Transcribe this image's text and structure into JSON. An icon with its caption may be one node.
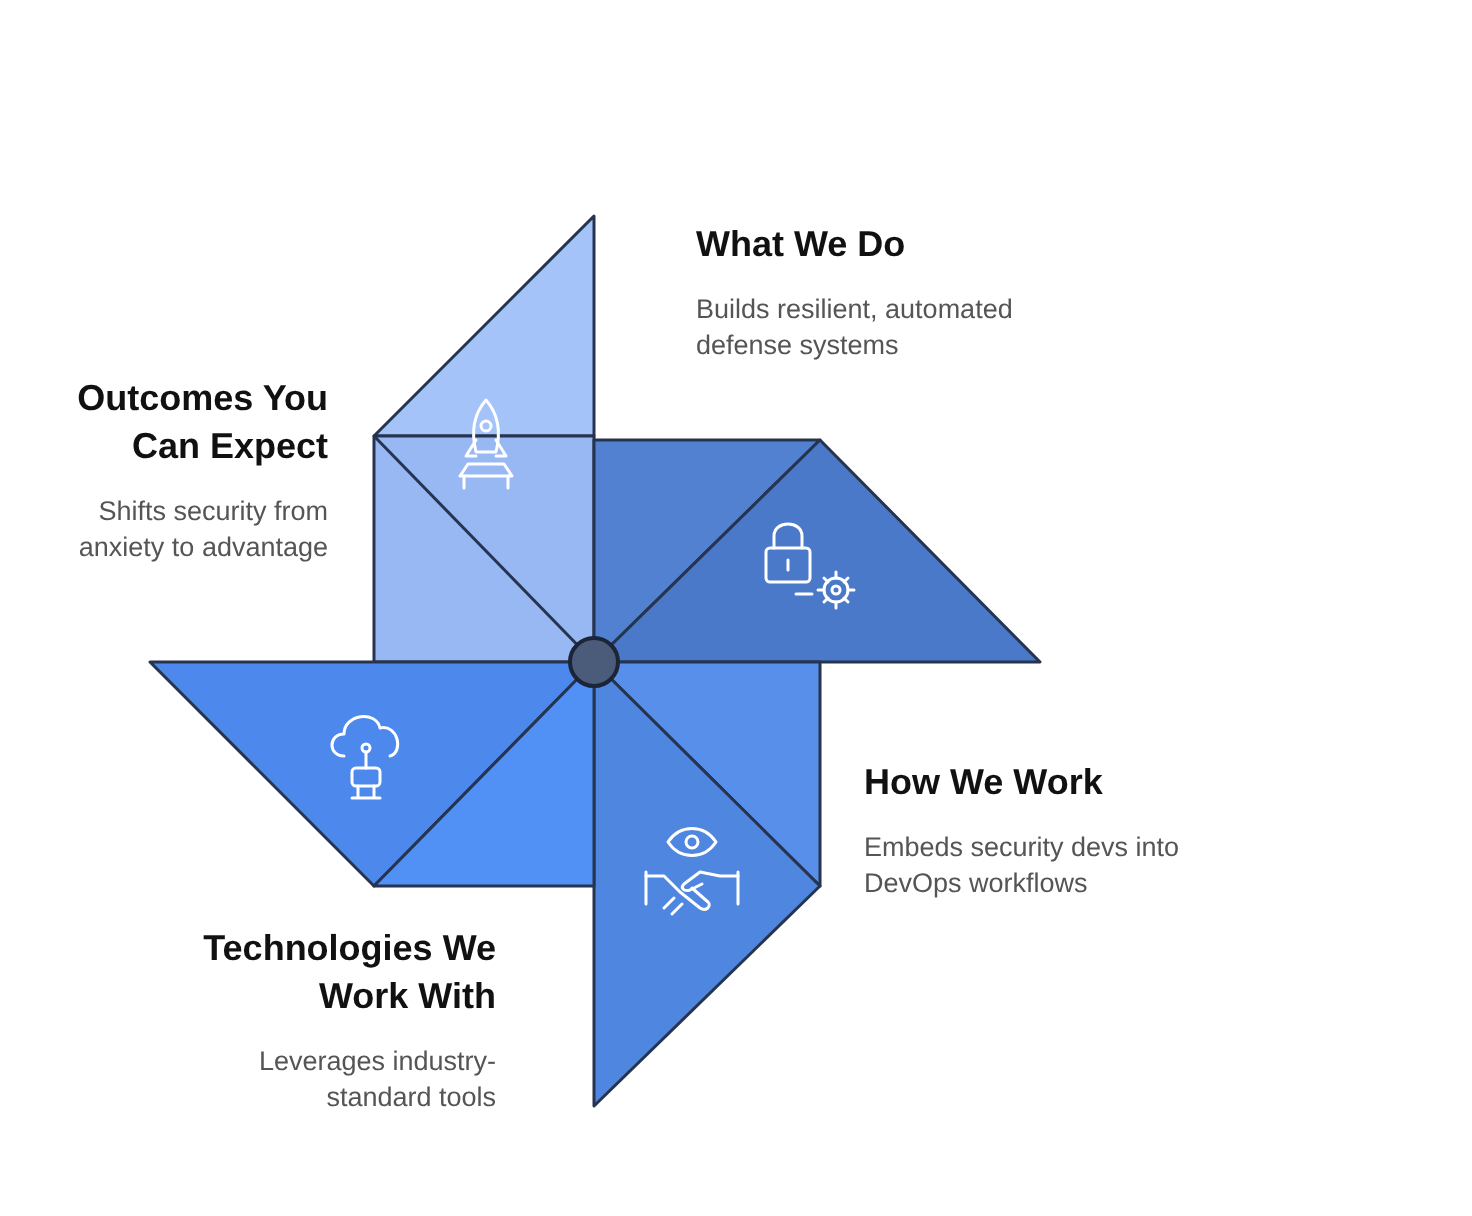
{
  "diagram": {
    "nodes": [
      {
        "text": [
          "What We Do",
          "Builds resilient, automated defense systems"
        ]
      },
      {
        "text": [
          "Outcomes You Can Expect",
          "Shifts security from anxiety to advantage"
        ]
      },
      {
        "text": [
          "How We Work",
          "Embeds security devs into DevOps workflows"
        ]
      },
      {
        "text": [
          "Technologies We Work With",
          "Leverages industry-standard tools"
        ]
      }
    ]
  }
}
